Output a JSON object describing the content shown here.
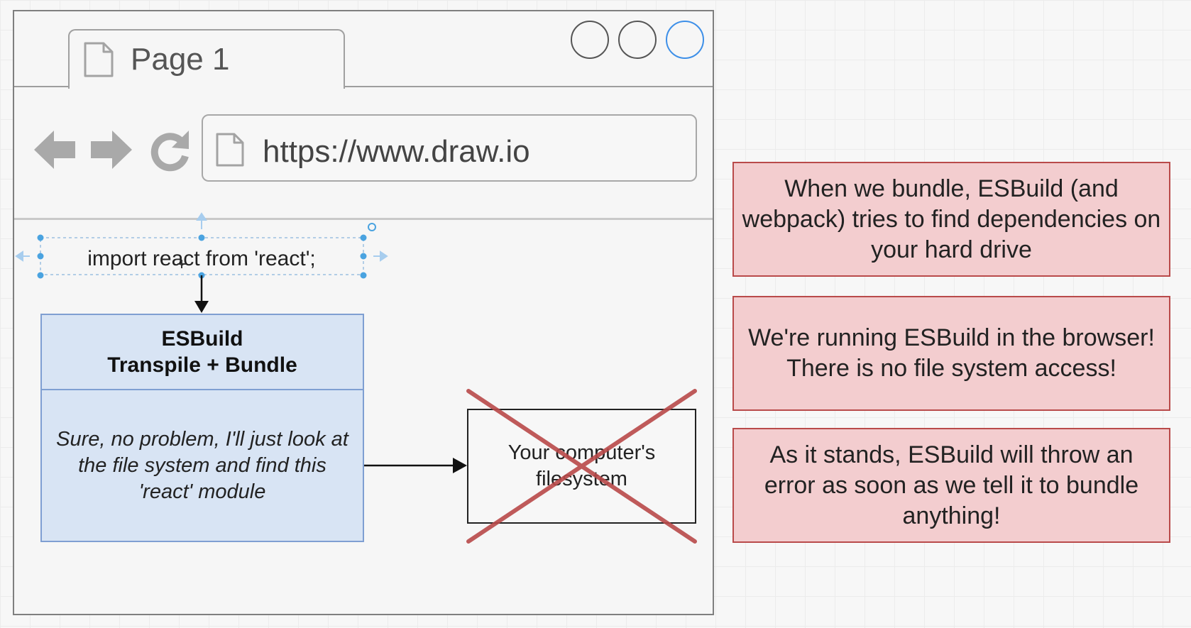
{
  "browser": {
    "tab_label": "Page 1",
    "url": "https://www.draw.io"
  },
  "diagram": {
    "import_statement": "import react from 'react';",
    "esbuild_title": "ESBuild",
    "esbuild_subtitle": "Transpile + Bundle",
    "esbuild_message": "Sure, no problem, I'll just look at the file system and find this 'react' module",
    "filesystem_label": "Your computer's filesystem"
  },
  "notes": [
    {
      "text": "When we bundle, ESBuild (and webpack) tries to find dependencies on your hard drive"
    },
    {
      "text": "We're running ESBuild in the browser! There is no file system access!"
    },
    {
      "text": "As it stands, ESBuild will throw an error as soon as we tell it to bundle anything!"
    }
  ],
  "colors": {
    "selection_handle": "#4aa3e0",
    "cross_out": "#b94a4a",
    "esbuild_fill": "#d8e4f4",
    "note_fill": "#f3cdcf"
  }
}
